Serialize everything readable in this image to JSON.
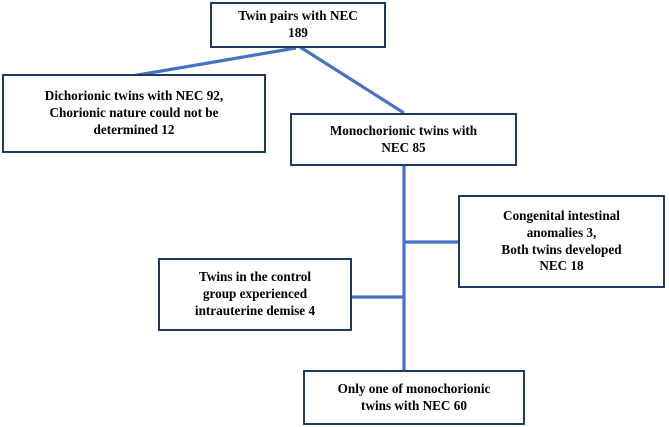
{
  "figure": {
    "type": "flowchart",
    "orientation": "top-down",
    "background_color": "#ffffff",
    "box_border_color": "#1F3864",
    "connector_color": "#4472C4"
  },
  "nodes": {
    "top": {
      "id": "twin-pairs-with-nec",
      "text": "Twin pairs with NEC\n189",
      "label": "Twin pairs with NEC",
      "count": 189
    },
    "dichorionic": {
      "id": "dichorionic-twins",
      "text": "Dichorionic twins with NEC 92,\nChorionic nature could not be\ndetermined 12",
      "label_1": "Dichorionic twins with NEC",
      "count_1": 92,
      "label_2": "Chorionic nature could not be determined",
      "count_2": 12
    },
    "monochorionic": {
      "id": "monochorionic-twins",
      "text": "Monochorionic twins with\nNEC 85",
      "label": "Monochorionic twins with NEC",
      "count": 85
    },
    "congenital": {
      "id": "congenital-anomalies",
      "text": "Congenital intestinal\nanomalies 3,\nBoth twins developed\nNEC 18",
      "label_1": "Congenital intestinal anomalies",
      "count_1": 3,
      "label_2": "Both twins developed NEC",
      "count_2": 18
    },
    "control": {
      "id": "control-group-demise",
      "text": "Twins in the control\ngroup experienced\nintrauterine demise  4",
      "label": "Twins in the control group experienced intrauterine demise",
      "count": 4
    },
    "bottom": {
      "id": "only-one-monochorionic",
      "text": "Only one of monochorionic\ntwins with NEC 60",
      "label": "Only one of monochorionic twins with NEC",
      "count": 60
    }
  },
  "connectors": [
    {
      "name": "top-to-dichorionic",
      "from": "top",
      "to": "dichorionic",
      "shape": "diagonal"
    },
    {
      "name": "top-to-monochorionic",
      "from": "top",
      "to": "monochorionic",
      "shape": "diagonal"
    },
    {
      "name": "mono-trunk",
      "from": "monochorionic",
      "to": "bottom",
      "shape": "vertical"
    },
    {
      "name": "trunk-to-congenital",
      "from": "mono-trunk",
      "to": "congenital",
      "shape": "horizontal"
    },
    {
      "name": "trunk-to-control",
      "from": "mono-trunk",
      "to": "control",
      "shape": "horizontal"
    }
  ]
}
